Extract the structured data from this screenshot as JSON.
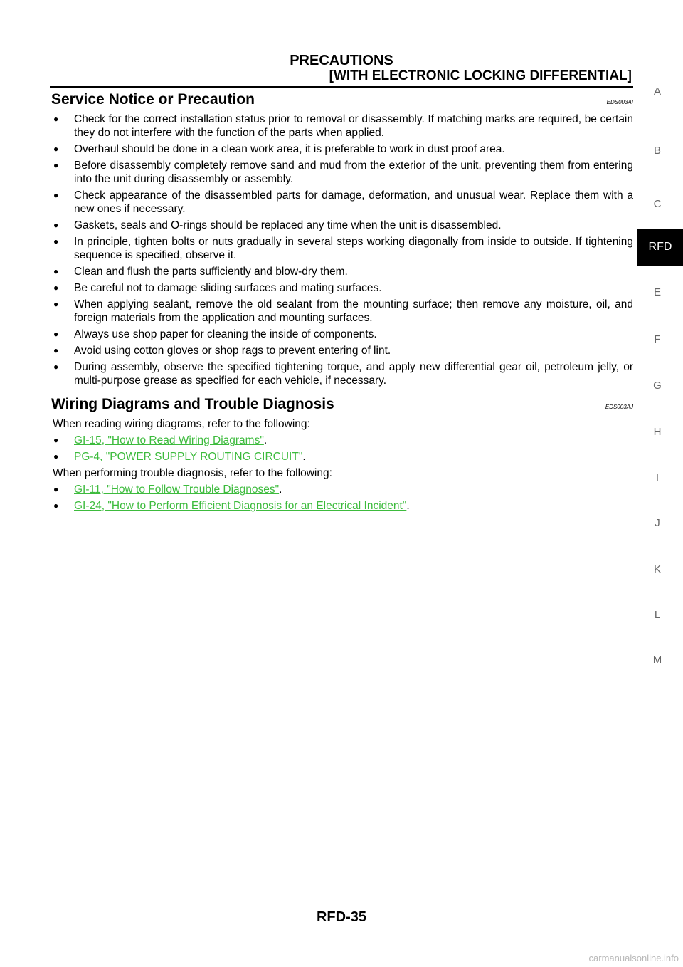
{
  "header": {
    "title": "PRECAUTIONS",
    "subtitle": "[WITH ELECTRONIC LOCKING DIFFERENTIAL]"
  },
  "sections": [
    {
      "title": "Service Notice or Precaution",
      "code": "EDS003AI",
      "bullets": [
        "Check for the correct installation status prior to removal or disassembly. If matching marks are required, be certain they do not interfere with the function of the parts when applied.",
        "Overhaul should be done in a clean work area, it is preferable to work in dust proof area.",
        "Before disassembly completely remove sand and mud from the exterior of the unit, preventing them from entering into the unit during disassembly or assembly.",
        "Check appearance of the disassembled parts for damage, deformation, and unusual wear. Replace them with a new ones if necessary.",
        "Gaskets, seals and O-rings should be replaced any time when the unit is disassembled.",
        "In principle, tighten bolts or nuts gradually in several steps working diagonally from inside to outside. If tightening sequence is specified, observe it.",
        "Clean and flush the parts sufficiently and blow-dry them.",
        "Be careful not to damage sliding surfaces and mating surfaces.",
        "When applying sealant, remove the old sealant from the mounting surface; then remove any moisture, oil, and foreign materials from the application and mounting surfaces.",
        "Always use shop paper for cleaning the inside of components.",
        "Avoid using cotton gloves or shop rags to prevent entering of lint.",
        "During assembly, observe the specified tightening torque, and apply new differential gear oil, petroleum jelly, or multi-purpose grease as specified for each vehicle, if necessary."
      ]
    },
    {
      "title": "Wiring Diagrams and Trouble Diagnosis",
      "code": "EDS003AJ",
      "intro_wiring": "When reading wiring diagrams, refer to the following:",
      "wiring_links": [
        {
          "text": "GI-15, \"How to Read Wiring Diagrams\"",
          "suffix": "."
        },
        {
          "text": "PG-4, \"POWER SUPPLY ROUTING CIRCUIT\"",
          "suffix": "."
        }
      ],
      "intro_diag": "When performing trouble diagnosis, refer to the following:",
      "diag_links": [
        {
          "text": "GI-11, \"How to Follow Trouble Diagnoses\"",
          "suffix": "."
        },
        {
          "text": "GI-24, \"How to Perform Efficient Diagnosis for an Electrical Incident\"",
          "suffix": "."
        }
      ]
    }
  ],
  "bullet_glyph": "●",
  "side_index": {
    "letters": [
      "A",
      "B",
      "C",
      "E",
      "F",
      "G",
      "H",
      "I",
      "J",
      "K",
      "L",
      "M"
    ],
    "active_tab": "RFD"
  },
  "footer": {
    "page_number": "RFD-35",
    "watermark": "carmanualsonline.info"
  },
  "colors": {
    "link": "#3dbb3d",
    "side_letters": "#666666",
    "tab_bg": "#000000"
  }
}
